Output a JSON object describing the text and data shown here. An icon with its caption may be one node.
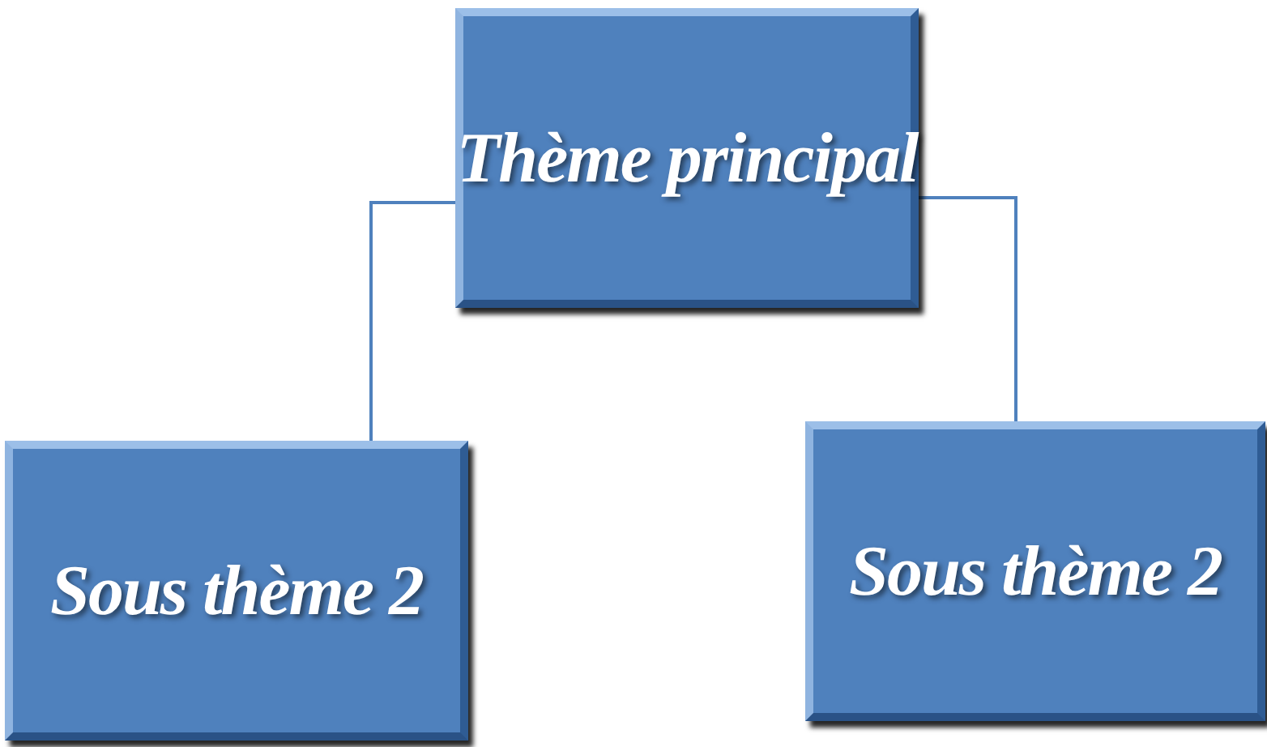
{
  "diagram": {
    "nodes": [
      {
        "text": [
          "Thème principal"
        ]
      },
      {
        "text": [
          "Sous thème 2"
        ]
      },
      {
        "text": [
          "Sous thème 2"
        ]
      }
    ],
    "edges": [
      {
        "from": 0,
        "to": 1,
        "arrow": "none"
      },
      {
        "from": 0,
        "to": 2,
        "arrow": "none"
      }
    ]
  }
}
